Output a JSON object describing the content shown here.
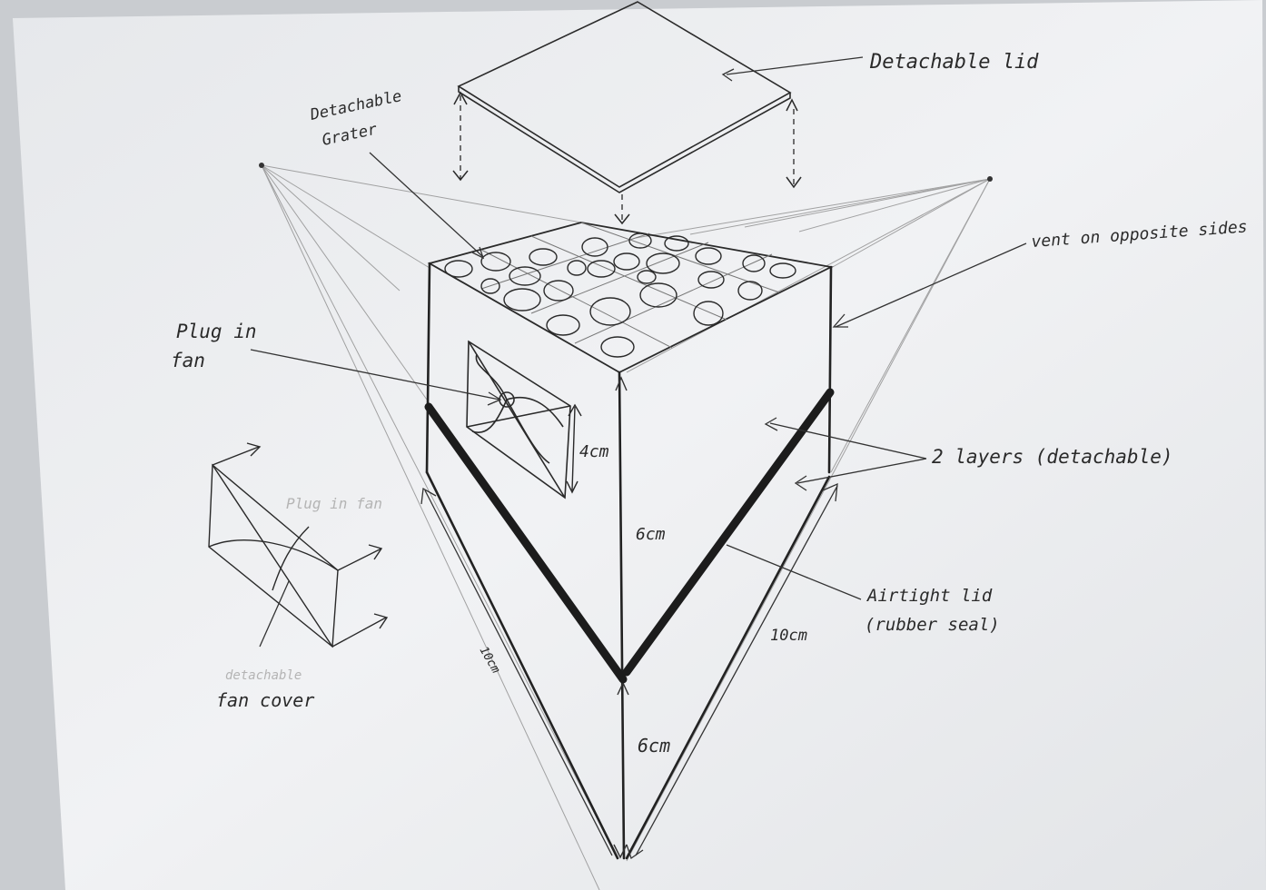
{
  "labels": {
    "detachable_lid": "Detachable lid",
    "grater_line1": "Detachable",
    "grater_line2": "Grater",
    "vent": "vent on opposite sides",
    "plug_line1": "Plug in",
    "plug_line2": "fan",
    "layers": "2 layers (detachable)",
    "airtight_line1": "Airtight lid",
    "airtight_line2": "(rubber seal)",
    "fan_cover": "fan cover",
    "fan_cover_faint": "detachable",
    "plug_faint": "Plug in fan"
  },
  "dimensions": {
    "fan_height": "4cm",
    "upper_height": "6cm",
    "lower_height": "6cm",
    "left_length": "10cm",
    "right_length": "10cm"
  },
  "colors": {
    "paper": "#eff1f3",
    "pencil": "#2a2a2a",
    "construction": "#8e8e8e",
    "seal": "#1c1c1c"
  }
}
